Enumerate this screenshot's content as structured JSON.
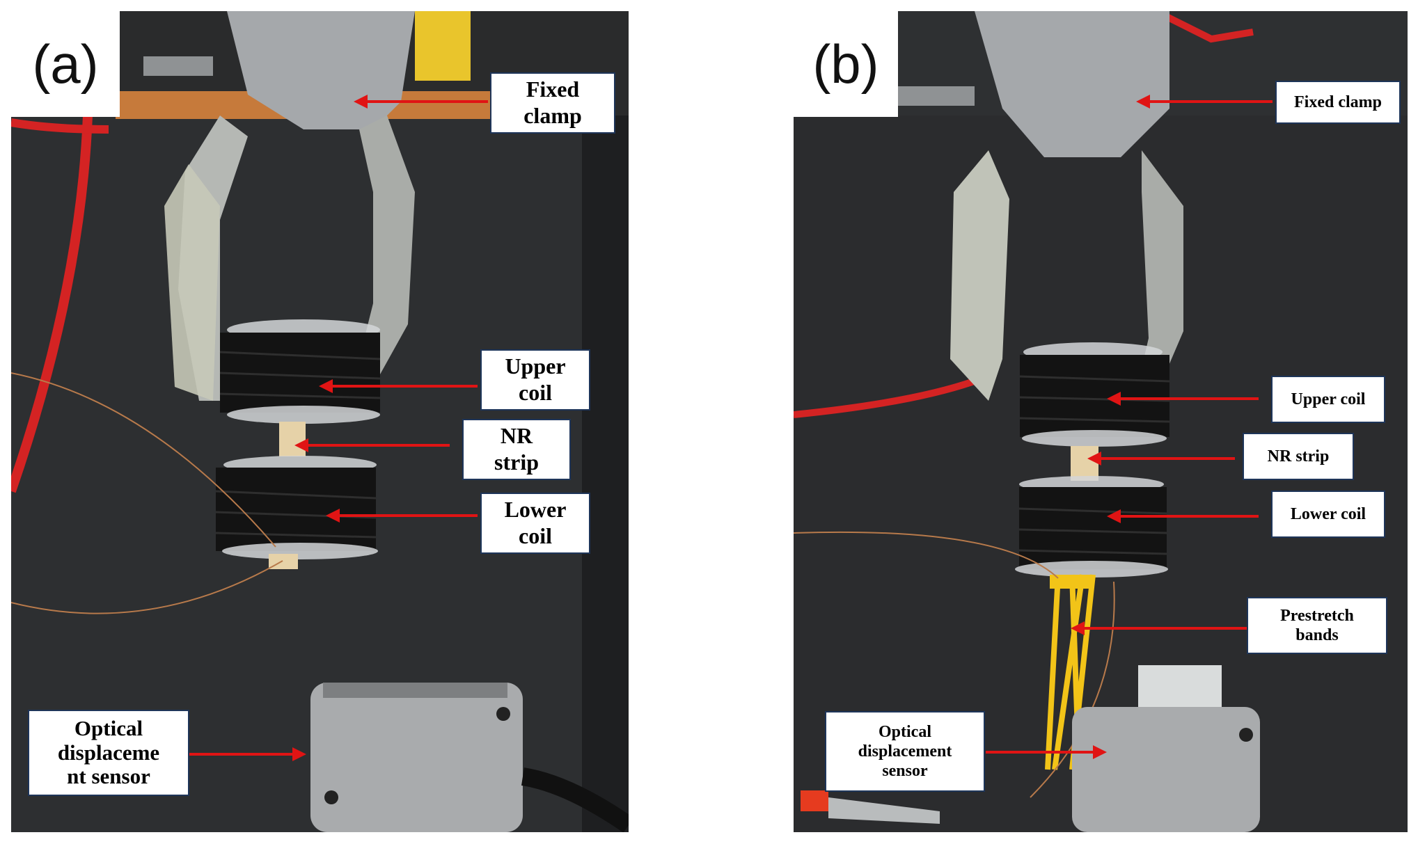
{
  "figure": {
    "panel_a": {
      "label": "(a)",
      "callouts": {
        "fixed_clamp": "Fixed\nclamp",
        "upper_coil": "Upper\ncoil",
        "nr_strip": "NR\nstrip",
        "lower_coil": "Lower\ncoil",
        "optical_sensor": "Optical\ndisplaceme\nnt sensor"
      }
    },
    "panel_b": {
      "label": "(b)",
      "callouts": {
        "fixed_clamp": "Fixed clamp",
        "upper_coil": "Upper coil",
        "nr_strip": "NR strip",
        "lower_coil": "Lower coil",
        "prestretch_bands": "Prestretch\nbands",
        "optical_sensor": "Optical\ndisplacement\nsensor"
      }
    }
  },
  "colors": {
    "background_board": "#2b2d2f",
    "clamp_metal": "#9fa3a6",
    "coil_black": "#141414",
    "arrow_red": "#e01414",
    "callout_border": "#1e3559",
    "sensor_gray": "#a9abad",
    "bands_yellow": "#f2c418",
    "rubber_tan": "#e6d2a8"
  }
}
